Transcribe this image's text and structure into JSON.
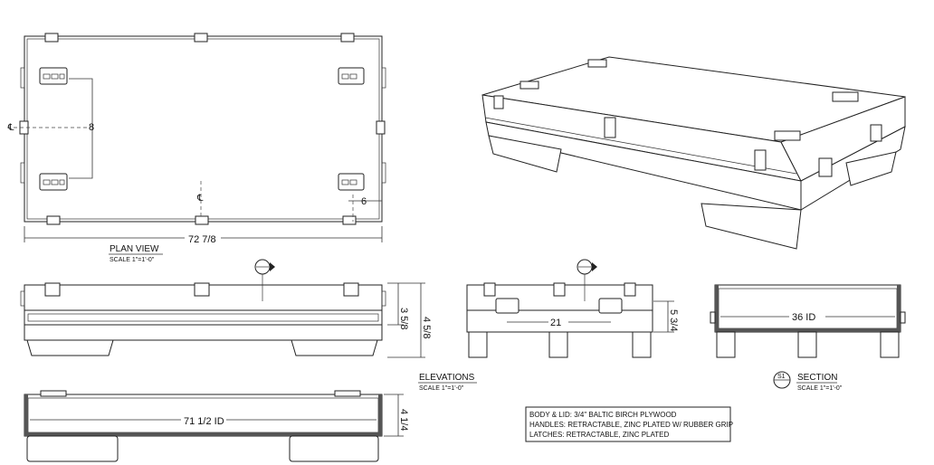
{
  "labels": {
    "plan_title": "PLAN VIEW",
    "plan_scale": "SCALE 1\"=1'-0\"",
    "elev_title": "ELEVATIONS",
    "elev_scale": "SCALE 1\"=1'-0\"",
    "section_title": "SECTION",
    "section_scale": "SCALE 1\"=1'-0\"",
    "section_tag": "S1"
  },
  "dimensions": {
    "plan_length": "72 7/8",
    "plan_handle_gap": "8",
    "plan_offset": "6",
    "elev_height_a": "3 5/8",
    "elev_height_b": "4 5/8",
    "end_handle_gap": "21",
    "end_height": "5 3/4",
    "section_id": "36 ID",
    "bottom_id": "71 1/2 ID",
    "bottom_height": "4 1/4"
  },
  "notes": [
    "BODY & LID: 3/4\" BALTIC BIRCH PLYWOOD",
    "HANDLES: RETRACTABLE, ZINC PLATED W/ RUBBER GRIP",
    "LATCHES: RETRACTABLE, ZINC PLATED"
  ],
  "colors": {
    "line": "#222222",
    "paper": "#ffffff"
  }
}
